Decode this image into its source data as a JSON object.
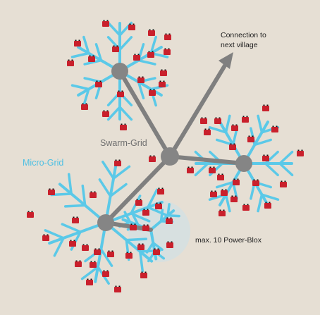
{
  "labels": {
    "swarm_grid": "Swarm-Grid",
    "micro_grid": "Micro-Grid",
    "connection_line1": "Connection to",
    "connection_line2": "next village",
    "max_power_blox": "max. 10 Power-Blox"
  },
  "colors": {
    "background": "#e6dfd4",
    "trunk": "#7f7f7f",
    "hub": "#858585",
    "branch": "#5bc9e8",
    "battery": "#c9202c",
    "battery_terminal": "#111111",
    "highlight_circle": "#cfe1e6",
    "text_dark": "#222222",
    "text_grey": "#707070",
    "text_blue": "#4fc0e3"
  },
  "icons": {
    "hub": "grid-hub-icon",
    "unit": "power-blox-battery-icon",
    "arrow": "arrow-head-icon"
  }
}
